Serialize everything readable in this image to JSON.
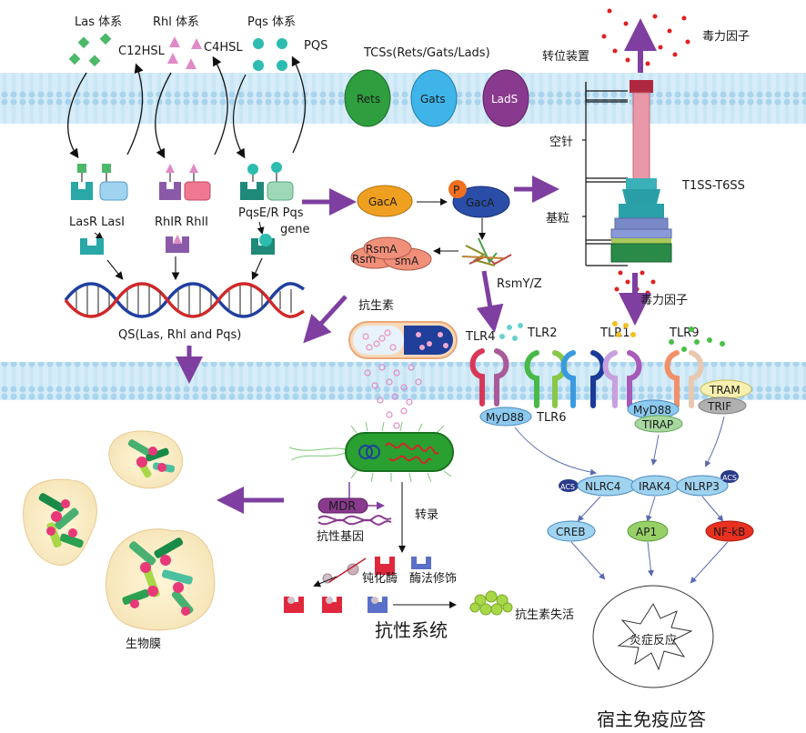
{
  "qs": {
    "las_system": "Las 体系",
    "rhl_system": "Rhl 体系",
    "pqs_system": "Pqs 体系",
    "c12hsl": "C12HSL",
    "c4hsl": "C4HSL",
    "pqs": "PQS",
    "lasr": "LasR LasI",
    "rhlr": "RhIR RhlI",
    "pqser": "PqsE/R Pqs",
    "gene": "gene",
    "qs_label": "QS(Las, Rhl and Pqs)"
  },
  "tcs": {
    "title": "TCSs(Rets/Gats/Lads)",
    "rets": "Rets",
    "gats": "Gats",
    "lads": "LadS"
  },
  "gac": {
    "gaca1": "GacA",
    "p": "P",
    "gaca2": "GacA",
    "rsma": "RsmA",
    "rsma_back": "Rsm",
    "rsma_back2": "smA",
    "rsmyz": "RsmY/Z"
  },
  "secretion": {
    "virulence_top": "毒力因子",
    "transport": "转位装置",
    "needle": "空针",
    "basal": "基粒",
    "system": "T1SS-T6SS",
    "virulence_bottom": "毒力因子"
  },
  "resistance": {
    "antibiotic": "抗生素",
    "mdr": "MDR",
    "resistance_gene": "抗性基因",
    "transcription": "转录",
    "passivation": "钝化酶",
    "enzyme_mod": "酶法修饰",
    "inactivation": "抗生素失活",
    "system": "抗性系统",
    "biofilm": "生物膜"
  },
  "immune": {
    "tlr4": "TLR4",
    "tlr2": "TLR2",
    "tlr1": "TLR1",
    "tlr9": "TLR9",
    "tlr6": "TLR6",
    "myd88_left": "MyD88",
    "myd88_right": "MyD88",
    "tirap": "TIRAP",
    "tram": "TRAM",
    "trif": "TRIF",
    "nlrc4": "NLRC4",
    "irak4": "IRAK4",
    "nlrp3": "NLRP3",
    "ac1": "ACS",
    "ac2": "ACS",
    "creb": "CREB",
    "ap1": "AP1",
    "nfkb": "NF-kB",
    "inflammation": "炎症反应",
    "host_response": "宿主免疫应答"
  },
  "colors": {
    "membrane": "#bfe0f2",
    "purple_arrow": "#7e3fa0",
    "rets": "#2e9e3e",
    "gats": "#3fb4e8",
    "lads": "#8a3a8e",
    "gaca": "#f0a020",
    "gaca_p": "#2a4ea8",
    "red_dot": "#e02020"
  }
}
